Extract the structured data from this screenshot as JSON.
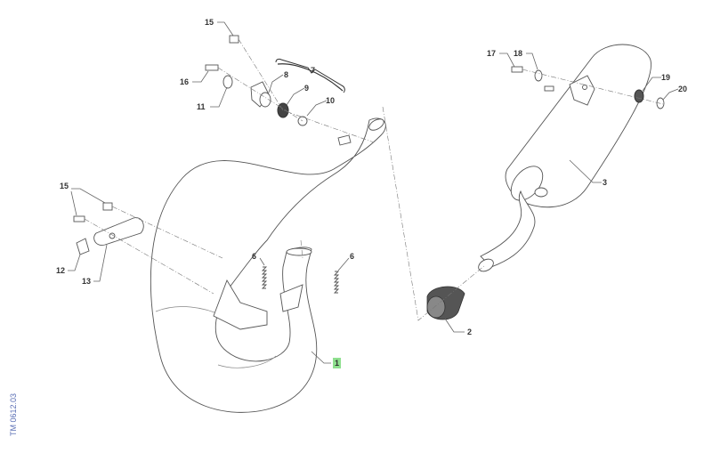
{
  "drawing_code": "TM 0612.03",
  "callouts": {
    "c1": "1",
    "c2": "2",
    "c3": "3",
    "c6a": "6",
    "c6b": "6",
    "c7": "7",
    "c8": "8",
    "c9": "9",
    "c10": "10",
    "c11": "11",
    "c12": "12",
    "c13": "13",
    "c15a": "15",
    "c15b": "15",
    "c16": "16",
    "c17": "17",
    "c18": "18",
    "c19": "19",
    "c20": "20"
  },
  "highlight_color": "#8fe08f"
}
